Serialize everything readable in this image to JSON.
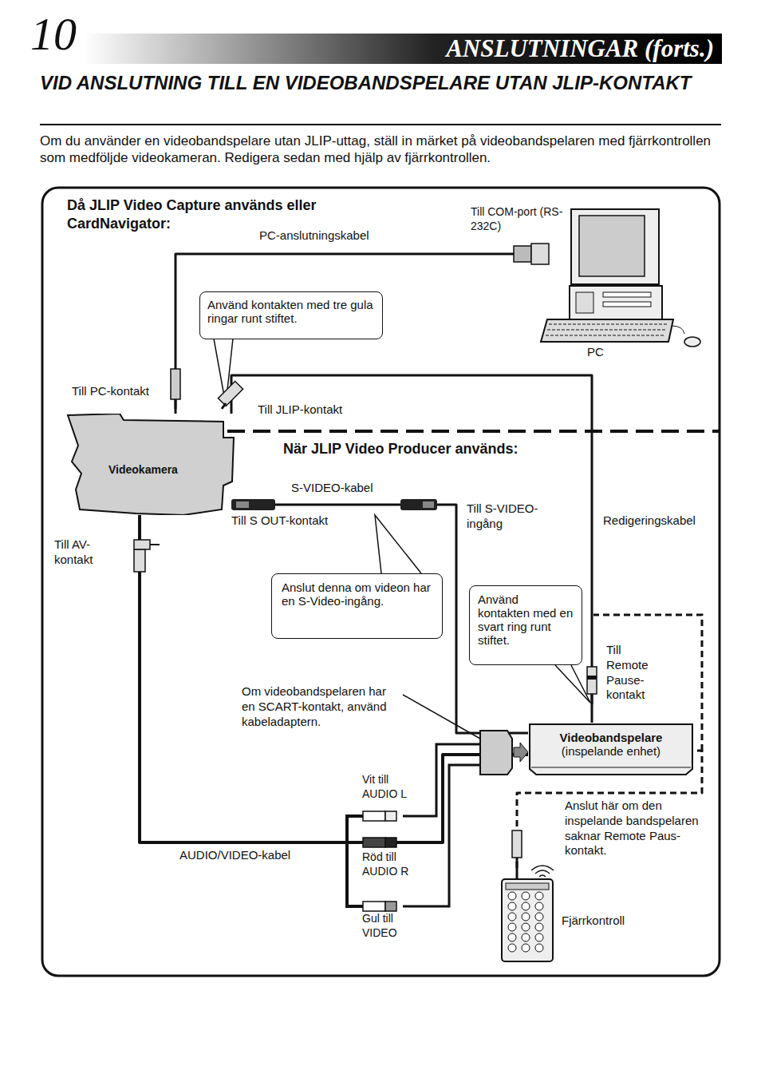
{
  "diagram": {
    "title": "VID ANSLUTNING TILL EN VIDEOBANDSPELARE UTAN JLIP-KONTAKT",
    "nodes": [
      {
        "text": [
          "PC"
        ]
      },
      {
        "text": [
          "Använd kontakten med tre gula ringar runt stiftet."
        ]
      },
      {
        "text": [
          "Videokamera"
        ]
      },
      {
        "text": [
          "Anslut denna om videon har en S-Video-ingång."
        ]
      },
      {
        "text": [
          "Använd kontakten med en svart ring runt stiftet."
        ]
      },
      {
        "text": [
          "Videobandspelare",
          "(inspelande enhet)"
        ]
      },
      {
        "text": [
          "Fjärrkontroll"
        ]
      }
    ],
    "edges": [
      {
        "from": 2,
        "to": 0,
        "label": "PC-anslutningskabel",
        "arrow": "none"
      },
      {
        "from": 2,
        "to": 5,
        "label": "Redigeringskabel",
        "arrow": "none"
      },
      {
        "from": 2,
        "to": 5,
        "label": "S-VIDEO-kabel",
        "arrow": "none"
      },
      {
        "from": 2,
        "to": 5,
        "label": "AUDIO/VIDEO-kabel",
        "arrow": "none"
      },
      {
        "from": 6,
        "to": 5,
        "arrow": "none"
      }
    ],
    "labels": [
      "10",
      "ANSLUTNINGAR (forts.)",
      "Om du använder en videobandspelare utan JLIP-uttag, ställ in märket på videobandspelaren med fjärrkontrollen som medföljde videokameran. Redigera sedan med hjälp av fjärrkontrollen.",
      "Då JLIP Video Capture används eller CardNavigator:",
      "Till COM-port (RS-232C)",
      "Till PC-kontakt",
      "Till JLIP-kontakt",
      "När JLIP Video Producer används:",
      "Till S OUT-kontakt",
      "Till S-VIDEO-ingång",
      "Till AV-kontakt",
      "Till Remote Pause-kontakt",
      "Om videobandspelaren har en SCART-kontakt, använd kabeladaptern.",
      "Vit till AUDIO L",
      "Röd till AUDIO R",
      "Gul till VIDEO",
      "Anslut här om den inspelande bandspelaren saknar Remote Paus-kontakt."
    ]
  }
}
